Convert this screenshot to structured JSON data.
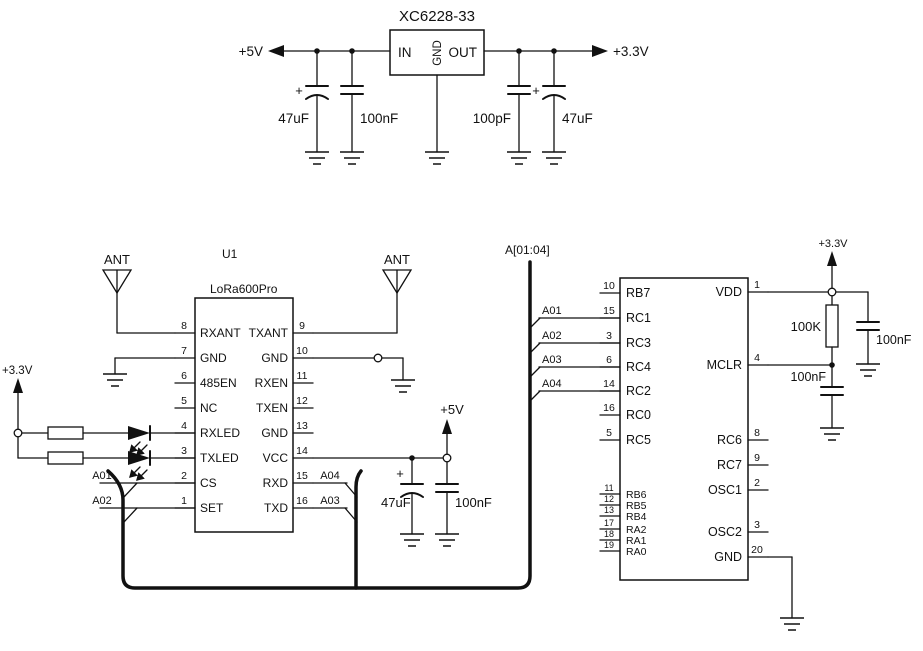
{
  "regulator": {
    "part": "XC6228-33",
    "pins": {
      "in": "IN",
      "gnd": "GND",
      "out": "OUT"
    },
    "rail_in": "+5V",
    "rail_out": "+3.3V",
    "plus": "+",
    "caps": {
      "c1": "47uF",
      "c2": "100nF",
      "c3": "100pF",
      "c4": "47uF"
    }
  },
  "lora": {
    "refdes": "U1",
    "part": "LoRa600Pro",
    "ant_left": "ANT",
    "ant_right": "ANT",
    "rail_33": "+3.3V",
    "rail_5": "+5V",
    "plus": "+",
    "left_pins": [
      {
        "num": "8",
        "name": "RXANT"
      },
      {
        "num": "7",
        "name": "GND"
      },
      {
        "num": "6",
        "name": "485EN"
      },
      {
        "num": "5",
        "name": "NC"
      },
      {
        "num": "4",
        "name": "RXLED"
      },
      {
        "num": "3",
        "name": "TXLED"
      },
      {
        "num": "2",
        "name": "CS"
      },
      {
        "num": "1",
        "name": "SET"
      }
    ],
    "right_pins": [
      {
        "num": "9",
        "name": "TXANT"
      },
      {
        "num": "10",
        "name": "GND"
      },
      {
        "num": "11",
        "name": "RXEN"
      },
      {
        "num": "12",
        "name": "TXEN"
      },
      {
        "num": "13",
        "name": "GND"
      },
      {
        "num": "14",
        "name": "VCC"
      },
      {
        "num": "15",
        "name": "RXD"
      },
      {
        "num": "16",
        "name": "TXD"
      }
    ],
    "net_cs": "A01",
    "net_set": "A02",
    "net_rxd": "A04",
    "net_txd": "A03",
    "caps": {
      "c1": "47uF",
      "c2": "100nF"
    }
  },
  "bus": {
    "label": "A[01:04]"
  },
  "mcu": {
    "rail": "+3.3V",
    "r1": "100K",
    "c_right": "100nF",
    "c_mclr": "100nF",
    "bus_taps": [
      "A01",
      "A02",
      "A03",
      "A04"
    ],
    "left_pins": [
      {
        "num": "10",
        "name": "RB7"
      },
      {
        "num": "15",
        "name": "RC1"
      },
      {
        "num": "3",
        "name": "RC3"
      },
      {
        "num": "6",
        "name": "RC4"
      },
      {
        "num": "14",
        "name": "RC2"
      },
      {
        "num": "16",
        "name": "RC0"
      },
      {
        "num": "5",
        "name": "RC5"
      }
    ],
    "left_pins_lower": [
      {
        "num": "11",
        "name": "RB6"
      },
      {
        "num": "12",
        "name": "RB5"
      },
      {
        "num": "13",
        "name": "RB4"
      },
      {
        "num": "17",
        "name": "RA2"
      },
      {
        "num": "18",
        "name": "RA1"
      },
      {
        "num": "19",
        "name": "RA0"
      }
    ],
    "right_pins": [
      {
        "num": "1",
        "name": "VDD"
      },
      {
        "num": "4",
        "name": "MCLR"
      },
      {
        "num": "8",
        "name": "RC6"
      },
      {
        "num": "9",
        "name": "RC7"
      },
      {
        "num": "2",
        "name": "OSC1"
      },
      {
        "num": "3",
        "name": "OSC2"
      },
      {
        "num": "20",
        "name": "GND"
      }
    ]
  }
}
